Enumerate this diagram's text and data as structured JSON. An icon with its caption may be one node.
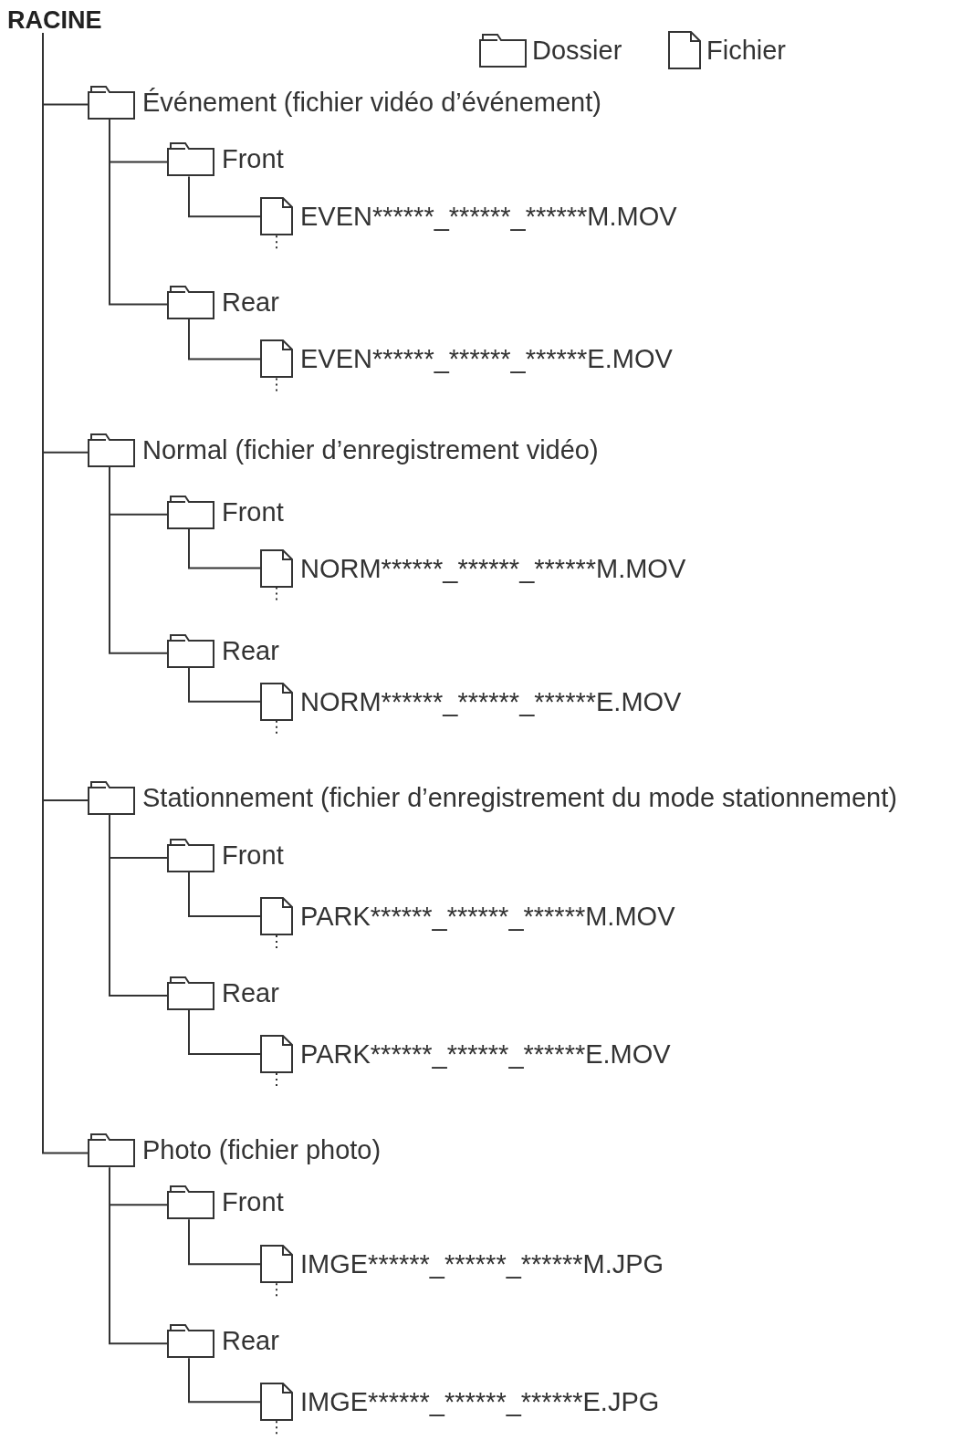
{
  "diagram": {
    "nodes": [
      {
        "text": [
          "RACINE"
        ]
      },
      {
        "text": [
          "Événement (fichier vidéo d’événement)"
        ]
      },
      {
        "text": [
          "Front"
        ]
      },
      {
        "text": [
          "EVEN******_******_******M.MOV"
        ]
      },
      {
        "text": [
          "Rear"
        ]
      },
      {
        "text": [
          "EVEN******_******_******E.MOV"
        ]
      },
      {
        "text": [
          "Normal (fichier d’enregistrement vidéo)"
        ]
      },
      {
        "text": [
          "Front"
        ]
      },
      {
        "text": [
          "NORM******_******_******M.MOV"
        ]
      },
      {
        "text": [
          "Rear"
        ]
      },
      {
        "text": [
          "NORM******_******_******E.MOV"
        ]
      },
      {
        "text": [
          "Stationnement (fichier d’enregistrement du mode stationnement)"
        ]
      },
      {
        "text": [
          "Front"
        ]
      },
      {
        "text": [
          "PARK******_******_******M.MOV"
        ]
      },
      {
        "text": [
          "Rear"
        ]
      },
      {
        "text": [
          "PARK******_******_******E.MOV"
        ]
      },
      {
        "text": [
          "Photo (fichier photo)"
        ]
      },
      {
        "text": [
          "Front"
        ]
      },
      {
        "text": [
          "IMGE******_******_******M.JPG"
        ]
      },
      {
        "text": [
          "Rear"
        ]
      },
      {
        "text": [
          "IMGE******_******_******E.JPG"
        ]
      }
    ],
    "edges": [
      {
        "from": 0,
        "to": 1,
        "arrow": "none"
      },
      {
        "from": 1,
        "to": 2,
        "arrow": "none"
      },
      {
        "from": 2,
        "to": 3,
        "arrow": "none"
      },
      {
        "from": 3,
        "to": null,
        "arrow": "none",
        "style": "dashed"
      },
      {
        "from": 1,
        "to": 4,
        "arrow": "none"
      },
      {
        "from": 4,
        "to": 5,
        "arrow": "none"
      },
      {
        "from": 5,
        "to": null,
        "arrow": "none",
        "style": "dashed"
      },
      {
        "from": 0,
        "to": 6,
        "arrow": "none"
      },
      {
        "from": 6,
        "to": 7,
        "arrow": "none"
      },
      {
        "from": 7,
        "to": 8,
        "arrow": "none"
      },
      {
        "from": 8,
        "to": null,
        "arrow": "none",
        "style": "dashed"
      },
      {
        "from": 6,
        "to": 9,
        "arrow": "none"
      },
      {
        "from": 9,
        "to": 10,
        "arrow": "none"
      },
      {
        "from": 10,
        "to": null,
        "arrow": "none",
        "style": "dashed"
      },
      {
        "from": 0,
        "to": 11,
        "arrow": "none"
      },
      {
        "from": 11,
        "to": 12,
        "arrow": "none"
      },
      {
        "from": 12,
        "to": 13,
        "arrow": "none"
      },
      {
        "from": 13,
        "to": null,
        "arrow": "none",
        "style": "dashed"
      },
      {
        "from": 11,
        "to": 14,
        "arrow": "none"
      },
      {
        "from": 14,
        "to": 15,
        "arrow": "none"
      },
      {
        "from": 15,
        "to": null,
        "arrow": "none",
        "style": "dashed"
      },
      {
        "from": 0,
        "to": 16,
        "arrow": "none"
      },
      {
        "from": 16,
        "to": 17,
        "arrow": "none"
      },
      {
        "from": 17,
        "to": 18,
        "arrow": "none"
      },
      {
        "from": 18,
        "to": null,
        "arrow": "none",
        "style": "dashed"
      },
      {
        "from": 16,
        "to": 19,
        "arrow": "none"
      },
      {
        "from": 19,
        "to": 20,
        "arrow": "none"
      },
      {
        "from": 20,
        "to": null,
        "arrow": "none",
        "style": "dashed"
      }
    ],
    "legend": [
      {
        "text": "Dossier"
      },
      {
        "text": "Fichier"
      }
    ]
  }
}
